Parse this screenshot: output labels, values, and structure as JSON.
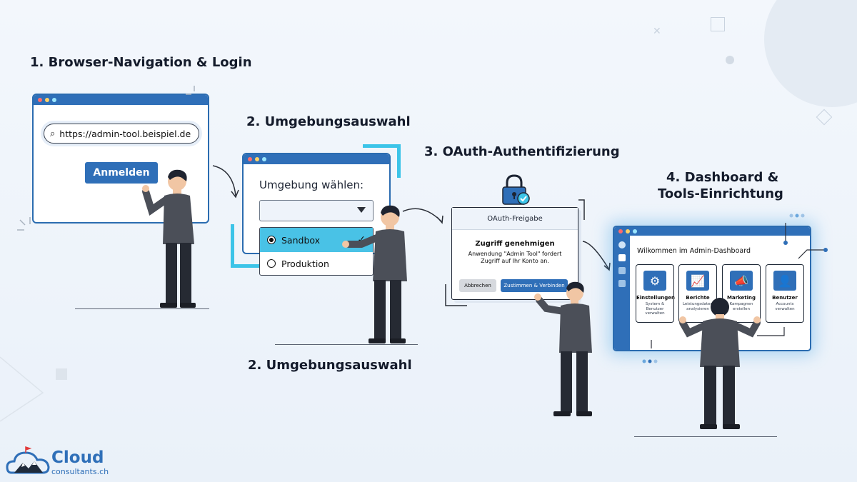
{
  "steps": {
    "step1_title": "1. Browser-Navigation & Login",
    "step2_title_top": "2. Umgebungsauswahl",
    "step2_title_bottom": "2. Umgebungsauswahl",
    "step3_title": "3. OAuth-Authentifizierung",
    "step4_title_line1": "4. Dashboard &",
    "step4_title_line2": "Tools-Einrichtung"
  },
  "browser": {
    "url": "https://admin-tool.beispiel.de",
    "login_button": "Anmelden"
  },
  "env_dialog": {
    "heading": "Umgebung wählen:",
    "options": [
      "Sandbox",
      "Produktion"
    ],
    "selected": "Sandbox"
  },
  "oauth": {
    "title": "OAuth-Freigabe",
    "heading": "Zugriff genehmigen",
    "message": "Anwendung \"Admin Tool\" fordert Zugriff auf Ihr Konto an.",
    "cancel_button": "Abbrechen",
    "approve_button": "Zustimmen & Verbinden"
  },
  "dashboard": {
    "welcome": "Wilkommen im Admin-Dashboard",
    "cards": [
      {
        "title": "Einstellungen",
        "desc": "System & Benutzer verwalten",
        "icon": "gear-icon"
      },
      {
        "title": "Berichte",
        "desc": "Leistungsdaten analysieren",
        "icon": "chart-icon"
      },
      {
        "title": "Marketing",
        "desc": "Kampagnen erstellen",
        "icon": "megaphone-icon"
      },
      {
        "title": "Benutzer",
        "desc": "Accounts verwalten",
        "icon": "user-icon"
      }
    ]
  },
  "logo": {
    "brand": "Cloud",
    "sub": "consultants.ch"
  },
  "colors": {
    "primary": "#2f6fb8",
    "accent": "#3cc4e8",
    "dark": "#141b2b",
    "suit": "#4b4f58"
  }
}
